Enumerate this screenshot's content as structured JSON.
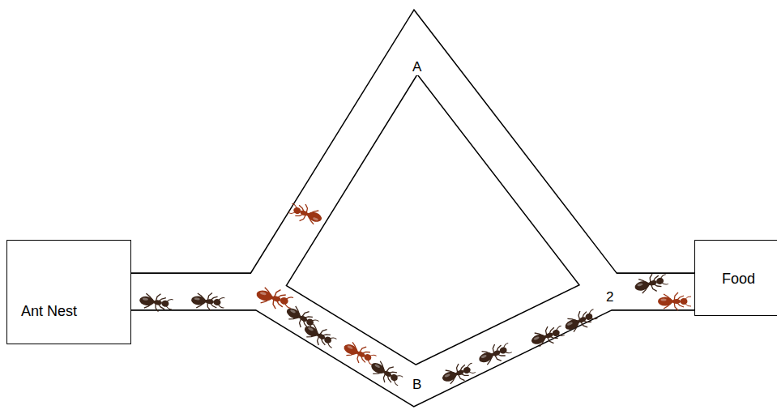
{
  "diagram": {
    "nodes": [
      {
        "text": [
          "Ant Nest"
        ]
      },
      {
        "text": [
          "Food"
        ]
      }
    ],
    "edges": [
      {
        "from": 0,
        "to": 1,
        "arrow": "none",
        "label": "A"
      },
      {
        "from": 0,
        "to": 1,
        "arrow": "none",
        "label": "B"
      }
    ],
    "labels": [
      "2"
    ]
  }
}
